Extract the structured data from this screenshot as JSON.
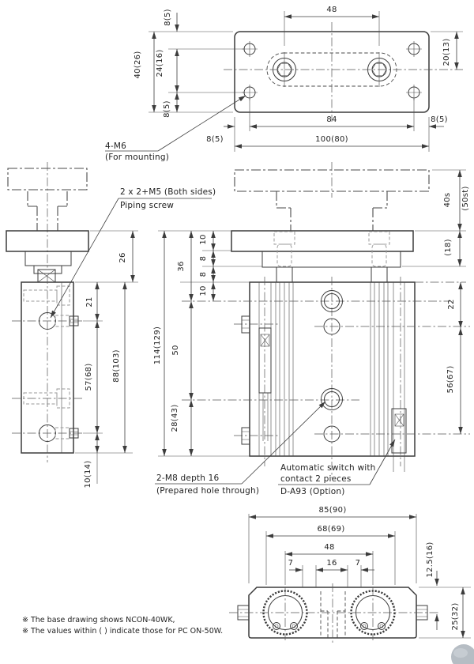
{
  "labels": {
    "mounting": {
      "line1": "4-M6",
      "line2": "(For mounting)"
    },
    "piping": {
      "line1": "2 x 2+M5 (Both sides)",
      "line2": "Piping screw"
    },
    "rod_thread": {
      "line1": "2-M8 depth 16",
      "line2": "(Prepared hole through)"
    },
    "auto_switch": {
      "line1": "Automatic switch with",
      "line2": "contact 2 pieces",
      "line3": "D-A93 (Option)"
    }
  },
  "dims": {
    "top": {
      "w48": "48",
      "h8a": "8(5)",
      "h40": "40(26)",
      "h24": "24(16)",
      "h8b": "8(5)",
      "h20": "20(13)",
      "w84": "84",
      "w8r": "8(5)",
      "w8l": "8(5)",
      "w100": "100(80)"
    },
    "side": {
      "h26": "26",
      "h21": "21",
      "h57": "57(68)",
      "h88": "88(103)",
      "h10": "10(14)"
    },
    "front": {
      "h114": "114(129)",
      "h36": "36",
      "h10a": "10",
      "h8a": "8",
      "h8b": "8",
      "h10b": "10",
      "h50": "50",
      "h28": "28(43)",
      "stroke": "40s",
      "stroke_p": "(50st)",
      "h18": "(18)",
      "h22": "22",
      "h56": "56(67)"
    },
    "bottom": {
      "w85": "85(90)",
      "w68": "68(69)",
      "w48": "48",
      "w7a": "7",
      "w16": "16",
      "w7b": "7",
      "h12": "12.5(16)",
      "h25": "25(32)"
    }
  },
  "notes": {
    "note1": "※ The base drawing shows NCON-40WK,",
    "note2": "※ The values within ( ) indicate those for PC ON-50W."
  },
  "colors": {
    "line": "#3c3c3c",
    "text": "#222222",
    "watermark": "#b7bec5"
  }
}
